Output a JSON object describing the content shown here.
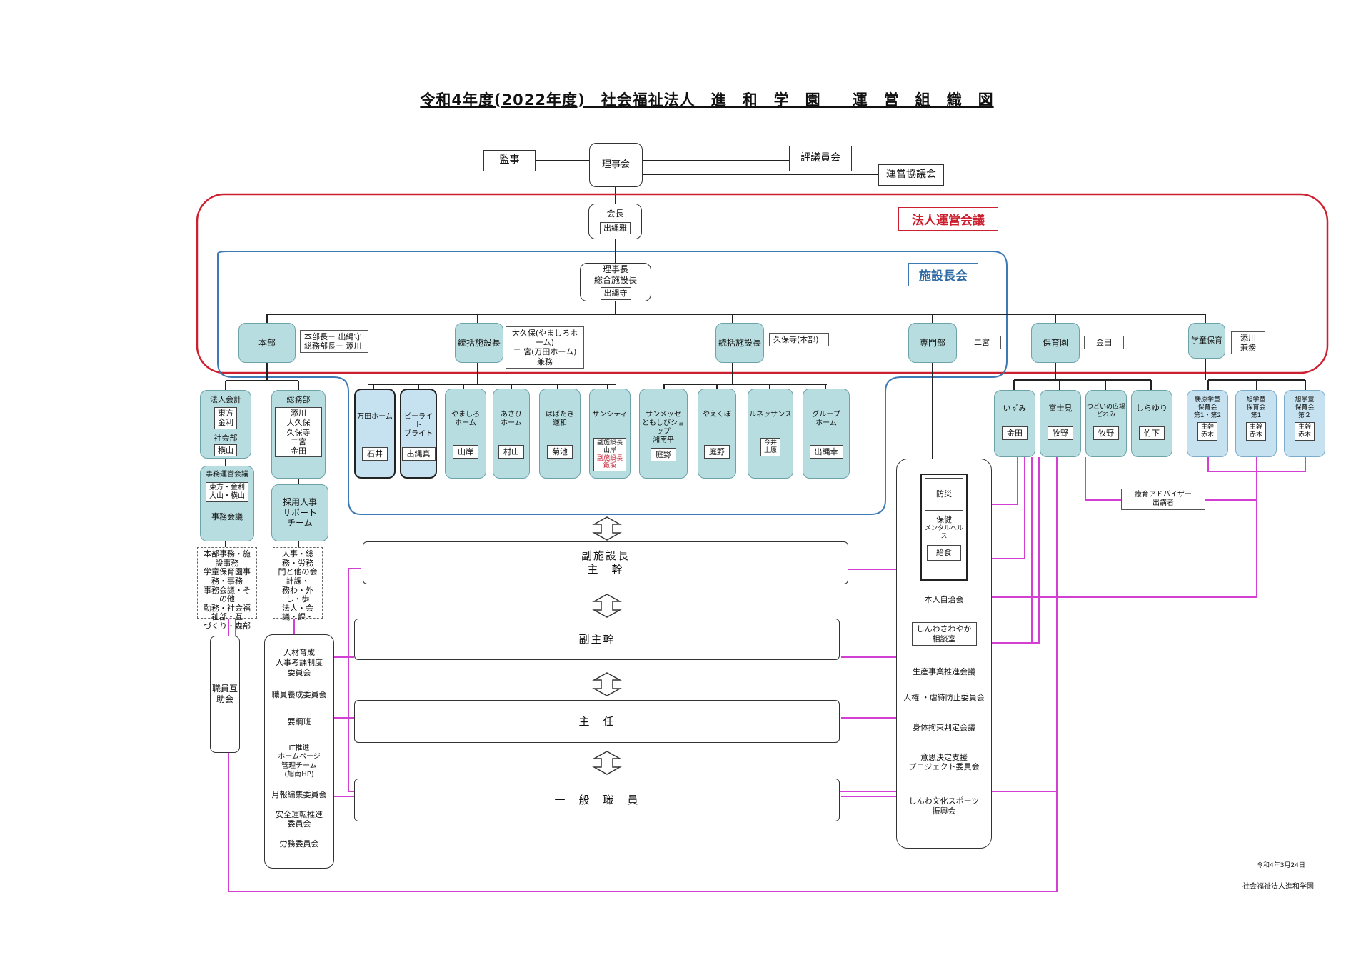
{
  "title": "令和4年度(2022年度)　社会福祉法人　進　和　学　園　　運　営　組　織　図",
  "top": {
    "kanji": "監事",
    "rijikai": "理事会",
    "hyogiinkai": "評議員会",
    "uneikyogikai": "運営協議会"
  },
  "groups": {
    "hojin_label": "法人運営会議",
    "shisetsucho_label": "施設長会"
  },
  "kaicho": {
    "title": "会長",
    "name": "出縄雅"
  },
  "rijicho": {
    "title1": "理事長",
    "title2": "総合施設長",
    "name": "出縄守"
  },
  "branches": {
    "honbu": {
      "label": "本部",
      "note1": "本部長－ 出縄守",
      "note2": "総務部長－ 添川"
    },
    "tokatsu1": {
      "label": "統括施設長",
      "note1": "大久保(やましろホーム)",
      "note2": "二 宮(万田ホーム)",
      "note3": "兼務"
    },
    "tokatsu2": {
      "label": "統括施設長",
      "note1": "久保寺(本部)"
    },
    "senmonbu": {
      "label": "専門部",
      "note1": "二宮"
    },
    "hoikuen": {
      "label": "保育園",
      "note1": "金田"
    },
    "gakudo": {
      "label": "学童保育",
      "note1": "添川",
      "note2": "兼務"
    }
  },
  "honbu_children": {
    "hojinkaikei": {
      "title": "法人会計",
      "names": [
        "東方",
        "金利"
      ],
      "sub": "社会部",
      "sub_name": "横山"
    },
    "somubu": {
      "title": "総務部",
      "names": [
        "添川",
        "大久保",
        "久保寺",
        "二宮",
        "金田"
      ]
    },
    "jimu_unei": {
      "title": "事務運営会議",
      "names": [
        "東方・金利",
        "大山・横山"
      ],
      "sub": "事務会議"
    },
    "saiyo": {
      "title": "採用人事サポートチーム",
      "l1": "採用人事",
      "l2": "サポート",
      "l3": "チーム"
    },
    "dash_left": "本部事務・施設事務\n学童保育園事務・事務\n事務会議・その他\n勤務・社会福祉部・互\nづくり・森部",
    "dash_right": "人事・総務・労務\n門と他の会計課・\n務わ・外し・歩\n法人・会議・課・",
    "shokuin_gojo": "職員互助会"
  },
  "facilities": [
    {
      "name": "万田ホーム",
      "head": "石井"
    },
    {
      "name": "ピーライトブライト",
      "l1": "ピーライト",
      "l2": "ブライト",
      "head": "出縄真"
    },
    {
      "name": "やましろホーム",
      "l1": "やましろ",
      "l2": "ホーム",
      "head": "山岸"
    },
    {
      "name": "あさひホーム",
      "l1": "あさひ",
      "l2": "ホーム",
      "head": "村山"
    },
    {
      "name": "はばたき運和",
      "l1": "はばたき",
      "l2": "運和",
      "head": "菊池"
    },
    {
      "name": "サンシティ",
      "head": "",
      "h1": "副施設長",
      "h2": "山岸",
      "h3": "副施設長",
      "h4": "飯坂"
    },
    {
      "name": "サンメッセ",
      "l1": "サンメッセ",
      "l2": "ともしびショップ",
      "l3": "湘南平",
      "head": "庭野"
    },
    {
      "name": "やえくぼ",
      "head": "庭野"
    },
    {
      "name": "ルネッサンス",
      "head": "",
      "h1": "今井",
      "h2": "上原"
    },
    {
      "name": "グループホーム",
      "l1": "グループ",
      "l2": "ホーム",
      "head": "出縄幸"
    }
  ],
  "hoikuen_children": [
    {
      "name": "いずみ",
      "head": "金田"
    },
    {
      "name": "富士見",
      "head": "牧野"
    },
    {
      "name": "つどいの広場 どれみ",
      "l1": "つどいの広場",
      "l2": "どれみ",
      "head": "牧野"
    },
    {
      "name": "しらゆり",
      "head": "竹下"
    }
  ],
  "gakudo_children": [
    {
      "name": "勝原学童保育会第1・第2",
      "l1": "勝原学童",
      "l2": "保育会",
      "l3": "第1・第2",
      "h1": "主幹",
      "h2": "赤木"
    },
    {
      "name": "旭学童保育会第1",
      "l1": "旭学童",
      "l2": "保育会",
      "l3": "第1",
      "h1": "主幹",
      "h2": "赤木"
    },
    {
      "name": "旭学童保育会第2",
      "l1": "旭学童",
      "l2": "保育会",
      "l3": "第２",
      "h1": "主幹",
      "h2": "赤木"
    }
  ],
  "tiers": [
    {
      "l1": "副施設長",
      "l2": "主　幹"
    },
    {
      "l1": "副主幹"
    },
    {
      "l1": "主　任"
    },
    {
      "l1": "一　般　職　員"
    }
  ],
  "committees_left": [
    {
      "l1": "人材育成",
      "l2": "人事考課制度",
      "l3": "委員会"
    },
    {
      "l1": "職員養成委員会"
    },
    {
      "l1": "要綱班"
    },
    {
      "l1": "IT推進",
      "l2": "ホームページ",
      "l3": "管理チーム",
      "l4": "(旭南HP)"
    },
    {
      "l1": "月報編集委員会"
    },
    {
      "l1": "安全運転推進",
      "l2": "委員会"
    },
    {
      "l1": "労務委員会"
    }
  ],
  "senmon_children": {
    "bosai": "防災",
    "hoken": "保健",
    "mental": "メンタルヘルス",
    "kyushoku": "給食"
  },
  "committees_right": [
    {
      "l1": "本人自治会"
    },
    {
      "l1": "しんわさわやか",
      "l2": "相談室"
    },
    {
      "l1": "生産事業推進会議"
    },
    {
      "l1": "人権 ・虐待防止委員会"
    },
    {
      "l1": "身体拘束判定会議"
    },
    {
      "l1": "意思決定支援",
      "l2": "プロジェクト委員会"
    },
    {
      "l1": "しんわ文化スポーツ",
      "l2": "振興会"
    }
  ],
  "advisor": {
    "l1": "療育アドバイザー",
    "l2": "出講者"
  },
  "footer": {
    "date": "令和4年3月24日",
    "org": "社会福祉法人進和学園"
  },
  "colors": {
    "teal": "#b8dde0",
    "blue_box": "#c6e2f0",
    "red_frame": "#cc1f2f",
    "blue_frame": "#3d7ab3",
    "magenta_line": "#d23fd2"
  }
}
